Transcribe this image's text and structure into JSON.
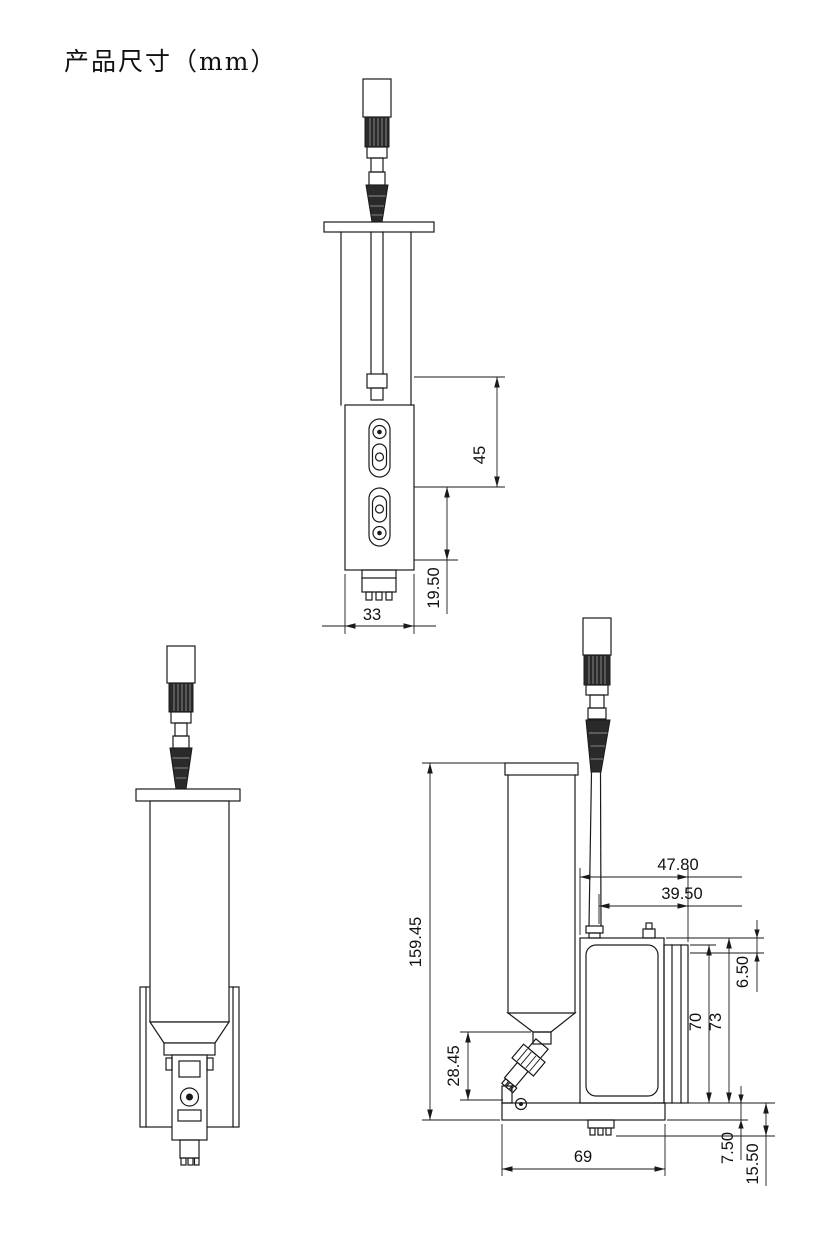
{
  "title": "产品尺寸（mm）",
  "colors": {
    "ink": "#1a1a1a",
    "background": "#ffffff",
    "dark_fill": "#2a2a2a"
  },
  "views": {
    "front": {
      "dims": {
        "h45": "45",
        "h1950": "19.50",
        "w33": "33"
      }
    },
    "left_side": {
      "dims": {}
    },
    "right_side": {
      "dims": {
        "h15945": "159.45",
        "w4780": "47.80",
        "w3950": "39.50",
        "h650": "6.50",
        "h70": "70",
        "h73": "73",
        "h2845": "28.45",
        "w69": "69",
        "h750": "7.50",
        "h1550": "15.50"
      }
    }
  }
}
